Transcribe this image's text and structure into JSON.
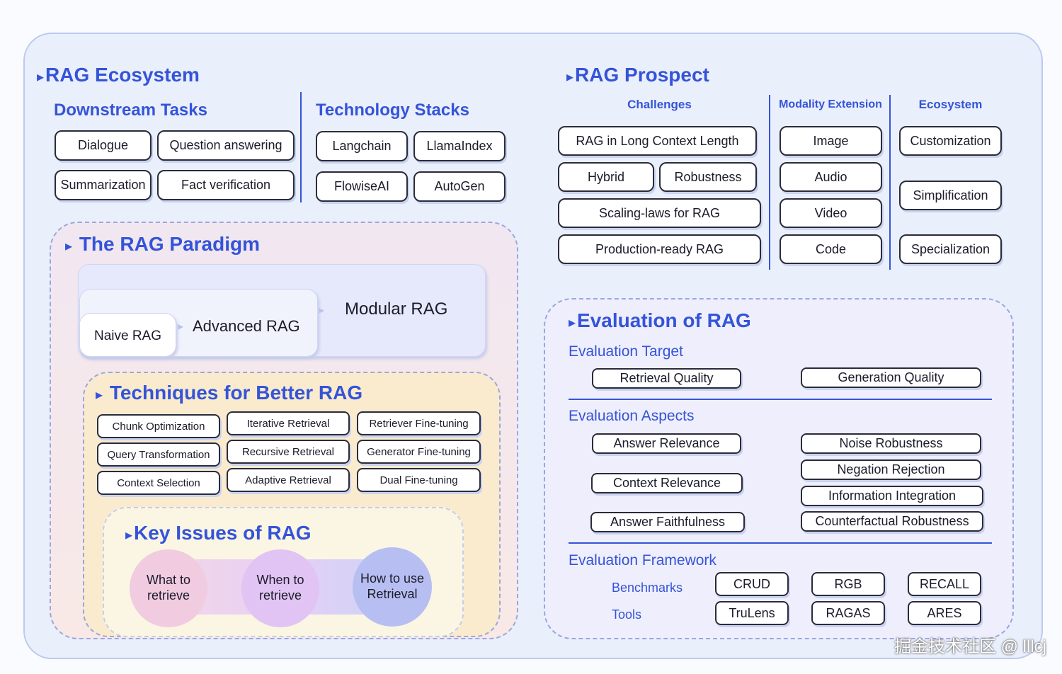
{
  "ecosystem": {
    "title": "RAG Ecosystem",
    "downstream": {
      "title": "Downstream Tasks",
      "items": [
        "Dialogue",
        "Question answering",
        "Summarization",
        "Fact verification"
      ]
    },
    "stacks": {
      "title": "Technology Stacks",
      "items": [
        "Langchain",
        "LlamaIndex",
        "FlowiseAI",
        "AutoGen"
      ]
    }
  },
  "prospect": {
    "title": "RAG Prospect",
    "challenges": {
      "title": "Challenges",
      "items": [
        "RAG in Long Context Length",
        "Hybrid",
        "Robustness",
        "Scaling-laws for RAG",
        "Production-ready RAG"
      ]
    },
    "modality": {
      "title": "Modality Extension",
      "items": [
        "Image",
        "Audio",
        "Video",
        "Code"
      ]
    },
    "eco": {
      "title": "Ecosystem",
      "items": [
        "Customization",
        "Simplification",
        "Specialization"
      ]
    }
  },
  "paradigm": {
    "title": "The RAG Paradigm",
    "naive": "Naive RAG",
    "advanced": "Advanced RAG",
    "modular": "Modular RAG"
  },
  "techniques": {
    "title": "Techniques for Better RAG",
    "items": [
      "Chunk Optimization",
      "Iterative Retrieval",
      "Retriever Fine-tuning",
      "Query Transformation",
      "Recursive Retrieval",
      "Generator Fine-tuning",
      "Context Selection",
      "Adaptive Retrieval",
      "Dual Fine-tuning"
    ]
  },
  "keyissues": {
    "title": "Key Issues of RAG",
    "items": [
      "What to retrieve",
      "When to retrieve",
      "How to use Retrieval"
    ]
  },
  "evaluation": {
    "title": "Evaluation of RAG",
    "target": {
      "title": "Evaluation Target",
      "items": [
        "Retrieval Quality",
        "Generation Quality"
      ]
    },
    "aspects": {
      "title": "Evaluation Aspects",
      "left": [
        "Answer Relevance",
        "Context Relevance",
        "Answer Faithfulness"
      ],
      "right": [
        "Noise Robustness",
        "Negation Rejection",
        "Information Integration",
        "Counterfactual Robustness"
      ]
    },
    "framework": {
      "title": "Evaluation Framework",
      "benchmarks_label": "Benchmarks",
      "tools_label": "Tools",
      "benchmarks": [
        "CRUD",
        "RGB",
        "RECALL"
      ],
      "tools": [
        "TruLens",
        "RAGAS",
        "ARES"
      ]
    }
  },
  "watermark": "掘金技术社区 @ lllcj",
  "colors": {
    "accent": "#3454d8",
    "outer_bg": "#eaeffc",
    "paradigm_bg": "#f1e7f1",
    "techniques_bg": "#faebcf",
    "keyissues_bg": "#fbf6e3",
    "evaluation_bg": "#efeefc"
  }
}
